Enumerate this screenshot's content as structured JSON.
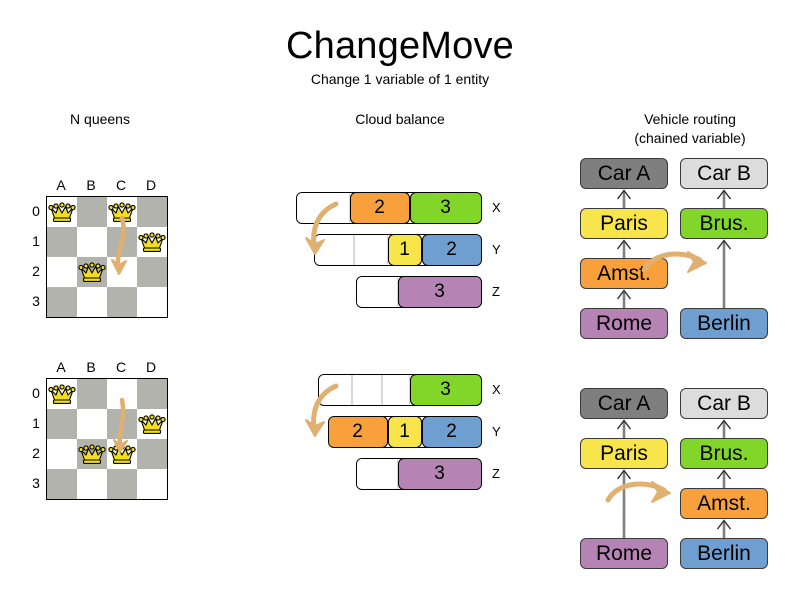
{
  "header": {
    "title": "ChangeMove",
    "subtitle": "Change 1 variable of 1 entity"
  },
  "sections": {
    "nqueens": {
      "header": "N queens"
    },
    "cloud": {
      "header": "Cloud balance"
    },
    "vehicle": {
      "header_line1": "Vehicle routing",
      "header_line2": "(chained variable)"
    }
  },
  "colors": {
    "orange": "#f8a13c",
    "green": "#7ed321",
    "green_bright": "#82d629",
    "yellow": "#f7e54b",
    "blue": "#6f9fd0",
    "purple": "#b584b5",
    "gray_dark": "#7f7f7f",
    "gray_light": "#dcdcdc",
    "board_dark": "#b3b3ad",
    "board_light": "#ffffff",
    "arrow": "#e0b070",
    "queen_gold": "#f2dd1e",
    "link_gray": "#808080"
  },
  "nqueens": {
    "column_labels": [
      "A",
      "B",
      "C",
      "D"
    ],
    "row_labels": [
      "0",
      "1",
      "2",
      "3"
    ],
    "before": {
      "queens": [
        {
          "col": 0,
          "row": 0
        },
        {
          "col": 2,
          "row": 0
        },
        {
          "col": 3,
          "row": 1
        },
        {
          "col": 1,
          "row": 2
        }
      ],
      "move": {
        "from_col": 2,
        "from_row": 0,
        "to_col": 2,
        "to_row": 2
      }
    },
    "after": {
      "queens": [
        {
          "col": 0,
          "row": 0
        },
        {
          "col": 3,
          "row": 1
        },
        {
          "col": 1,
          "row": 2
        },
        {
          "col": 2,
          "row": 2
        }
      ],
      "move": {
        "from_col": 2,
        "from_row": 0,
        "to_col": 2,
        "to_row": 2
      }
    }
  },
  "cloud": {
    "before": {
      "rows": [
        {
          "label": "X",
          "offset": 0,
          "segments": [
            {
              "value": "",
              "color": "#ffffff",
              "width": 54,
              "empty": true
            },
            {
              "value": "2",
              "color": "#f8a13c",
              "width": 60,
              "empty": false
            },
            {
              "value": "3",
              "color": "#82d629",
              "width": 72,
              "empty": false
            }
          ]
        },
        {
          "label": "Y",
          "offset": 30,
          "segments": [
            {
              "value": "",
              "color": "#ffffff",
              "width": 40,
              "empty": true
            },
            {
              "value": "",
              "color": "#ffffff",
              "width": 34,
              "empty": true
            },
            {
              "value": "1",
              "color": "#f7e54b",
              "width": 34,
              "empty": false
            },
            {
              "value": "2",
              "color": "#6f9fd0",
              "width": 60,
              "empty": false
            }
          ]
        },
        {
          "label": "Z",
          "offset": 60,
          "segments": [
            {
              "value": "",
              "color": "#ffffff",
              "width": 42,
              "empty": true
            },
            {
              "value": "3",
              "color": "#b584b5",
              "width": 84,
              "empty": false
            }
          ]
        }
      ]
    },
    "after": {
      "rows": [
        {
          "label": "X",
          "offset": 0,
          "segments": [
            {
              "value": "",
              "color": "#ffffff",
              "width": 34,
              "empty": true
            },
            {
              "value": "",
              "color": "#ffffff",
              "width": 30,
              "empty": true
            },
            {
              "value": "",
              "color": "#ffffff",
              "width": 28,
              "empty": true
            },
            {
              "value": "3",
              "color": "#82d629",
              "width": 72,
              "empty": false
            }
          ]
        },
        {
          "label": "Y",
          "offset": 30,
          "segments": [
            {
              "value": "2",
              "color": "#f8a13c",
              "width": 60,
              "empty": false
            },
            {
              "value": "1",
              "color": "#f7e54b",
              "width": 34,
              "empty": false
            },
            {
              "value": "2",
              "color": "#6f9fd0",
              "width": 60,
              "empty": false
            }
          ]
        },
        {
          "label": "Z",
          "offset": 60,
          "segments": [
            {
              "value": "",
              "color": "#ffffff",
              "width": 42,
              "empty": true
            },
            {
              "value": "3",
              "color": "#b584b5",
              "width": 84,
              "empty": false
            }
          ]
        }
      ]
    }
  },
  "vehicle": {
    "before": {
      "boxes": [
        {
          "label": "Car A",
          "color": "#7f7f7f",
          "col": 0,
          "row": 0
        },
        {
          "label": "Car B",
          "color": "#dcdcdc",
          "col": 1,
          "row": 0
        },
        {
          "label": "Paris",
          "color": "#f7e54b",
          "col": 0,
          "row": 1
        },
        {
          "label": "Brus.",
          "color": "#82d629",
          "col": 1,
          "row": 1
        },
        {
          "label": "Amst.",
          "color": "#f8a13c",
          "col": 0,
          "row": 2
        },
        {
          "label": "Rome",
          "color": "#b584b5",
          "col": 0,
          "row": 3
        },
        {
          "label": "Berlin",
          "color": "#6f9fd0",
          "col": 1,
          "row": 3
        }
      ],
      "links": [
        {
          "col": 0,
          "from_row": 1,
          "to_row": 0
        },
        {
          "col": 1,
          "from_row": 1,
          "to_row": 0
        },
        {
          "col": 0,
          "from_row": 2,
          "to_row": 1
        },
        {
          "col": 1,
          "from_row": 3,
          "to_row": 1
        },
        {
          "col": 0,
          "from_row": 3,
          "to_row": 2
        }
      ],
      "move_arrow": "amst-moves-right"
    },
    "after": {
      "boxes": [
        {
          "label": "Car A",
          "color": "#7f7f7f",
          "col": 0,
          "row": 0
        },
        {
          "label": "Car B",
          "color": "#dcdcdc",
          "col": 1,
          "row": 0
        },
        {
          "label": "Paris",
          "color": "#f7e54b",
          "col": 0,
          "row": 1
        },
        {
          "label": "Brus.",
          "color": "#82d629",
          "col": 1,
          "row": 1
        },
        {
          "label": "Amst.",
          "color": "#f8a13c",
          "col": 1,
          "row": 2
        },
        {
          "label": "Rome",
          "color": "#b584b5",
          "col": 0,
          "row": 3
        },
        {
          "label": "Berlin",
          "color": "#6f9fd0",
          "col": 1,
          "row": 3
        }
      ],
      "links": [
        {
          "col": 0,
          "from_row": 1,
          "to_row": 0
        },
        {
          "col": 1,
          "from_row": 1,
          "to_row": 0
        },
        {
          "col": 0,
          "from_row": 3,
          "to_row": 1
        },
        {
          "col": 1,
          "from_row": 2,
          "to_row": 1
        },
        {
          "col": 1,
          "from_row": 3,
          "to_row": 2
        }
      ],
      "move_arrow": "amst-arrived-right"
    }
  }
}
